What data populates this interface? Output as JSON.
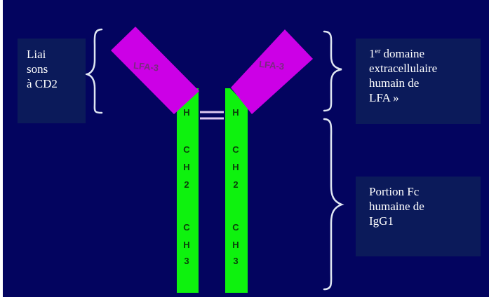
{
  "colors": {
    "background": "#03045f",
    "label_box": "#0b1a5a",
    "fc_green": "#0ef20e",
    "lfa_magenta": "#cc00e6",
    "bracket": "#dfe6f2",
    "chain_text": "#0a3f0a",
    "lfa_text": "#7a2a80"
  },
  "left_label": {
    "line1": "Liai",
    "line2": "sons",
    "line3": "à CD2"
  },
  "top_right_label": {
    "ordinal": "1",
    "ordinal_sup": "er",
    "line1_rest": " domaine",
    "line2": "extracellulaire",
    "line3": "humain de",
    "line4": "LFA »"
  },
  "bottom_right_label": {
    "line1": "Portion Fc",
    "line2": "humaine de",
    "line3": "IgG1"
  },
  "antibody": {
    "left_domain_label": "LFA-3",
    "right_domain_label": "LFA-3",
    "left_chain": [
      "H",
      "C",
      "H",
      "2",
      "C",
      "H",
      "3"
    ],
    "right_chain": [
      "H",
      "C",
      "H",
      "2",
      "C",
      "H",
      "3"
    ]
  }
}
